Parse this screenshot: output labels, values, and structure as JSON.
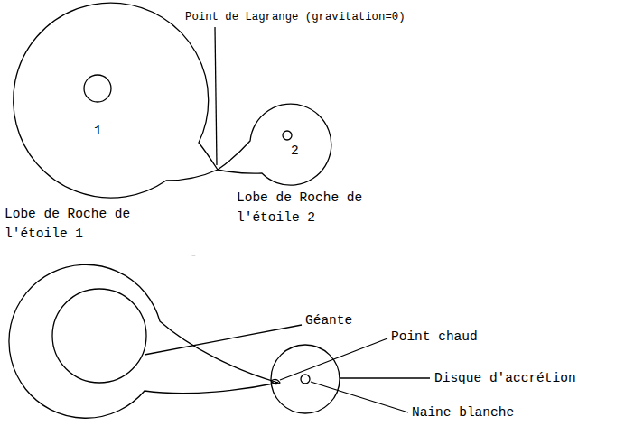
{
  "diagram": {
    "labels": [
      "Point de Lagrange (gravitation=0)",
      "1",
      "2",
      "Lobe de Roche de l'étoile 2",
      "Lobe de Roche de l'étoile 1",
      "-",
      "Géante",
      "Point chaud",
      "Disque d'accrétion",
      "Naine blanche"
    ]
  }
}
